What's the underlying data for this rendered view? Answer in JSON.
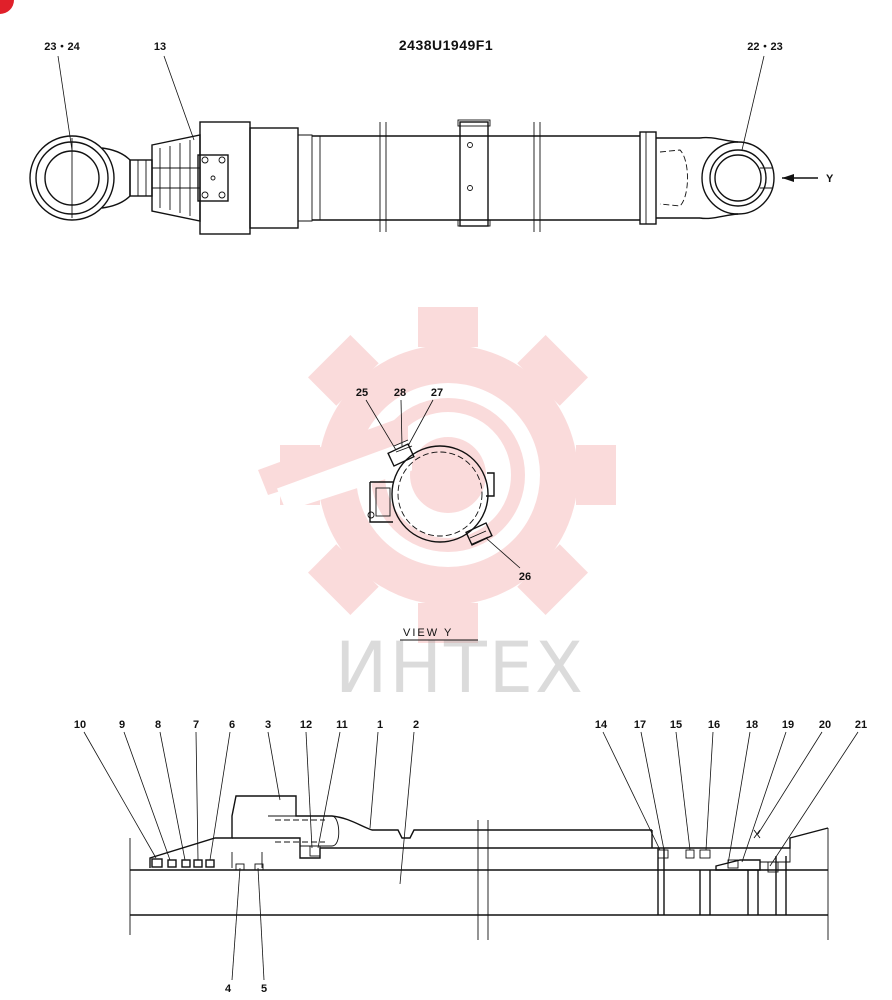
{
  "drawing_number": "2438U1949F1",
  "view_label": "VIEW   Y",
  "view_arrow_label": "Y",
  "watermark_text": "ИНТЕХ",
  "colors": {
    "line": "#111111",
    "watermark_red": "#f08080",
    "watermark_gray": "#9a9a9a",
    "corner_badge": "#e0202a"
  },
  "top_callouts": [
    "23・24",
    "13",
    "22・23"
  ],
  "view_callouts": [
    "25",
    "28",
    "27",
    "26"
  ],
  "section_callouts_top": [
    "10",
    "9",
    "8",
    "7",
    "6",
    "3",
    "12",
    "11",
    "1",
    "2",
    "14",
    "17",
    "15",
    "16",
    "18",
    "19",
    "20",
    "21"
  ],
  "section_callouts_bottom": [
    "4",
    "5"
  ]
}
